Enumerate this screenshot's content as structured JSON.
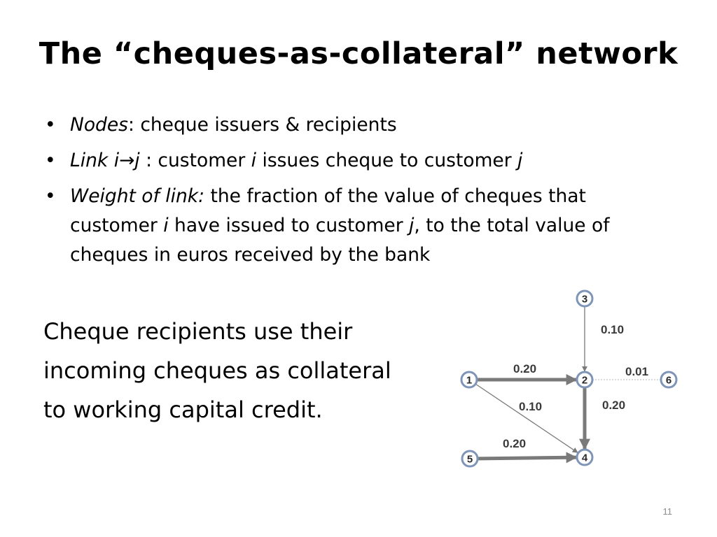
{
  "slide": {
    "title": "The “cheques-as-collateral” network",
    "page_number": "11"
  },
  "bullets": [
    {
      "lead": "Nodes",
      "text": ": cheque issuers & recipients"
    },
    {
      "lead_prefix": "Link i",
      "arrow": "→",
      "lead_suffix": "j",
      "text_a": " : customer ",
      "var_a": "i",
      "text_b": " issues cheque to customer ",
      "var_b": "j"
    },
    {
      "lead": "Weight of link:",
      "text_a": " the fraction of the value of cheques that customer ",
      "var_a": "i",
      "text_b": " have issued to customer ",
      "var_b": "j",
      "text_c": ", to the total value of cheques in euros received by the bank"
    }
  ],
  "paragraph": {
    "lines": [
      "Cheque recipients use their",
      "incoming cheques as collateral",
      "to working capital credit."
    ]
  },
  "network": {
    "nodes": [
      "1",
      "2",
      "3",
      "4",
      "5",
      "6"
    ],
    "edges": [
      {
        "from": "1",
        "to": "2",
        "weight": "0.20"
      },
      {
        "from": "3",
        "to": "2",
        "weight": "0.10"
      },
      {
        "from": "2",
        "to": "6",
        "weight": "0.01"
      },
      {
        "from": "2",
        "to": "4",
        "weight": "0.20"
      },
      {
        "from": "1",
        "to": "4",
        "weight": "0.10"
      },
      {
        "from": "5",
        "to": "4",
        "weight": "0.20"
      }
    ],
    "colors": {
      "node_stroke": "#7f95b8",
      "edge": "#7a7a7a"
    }
  }
}
